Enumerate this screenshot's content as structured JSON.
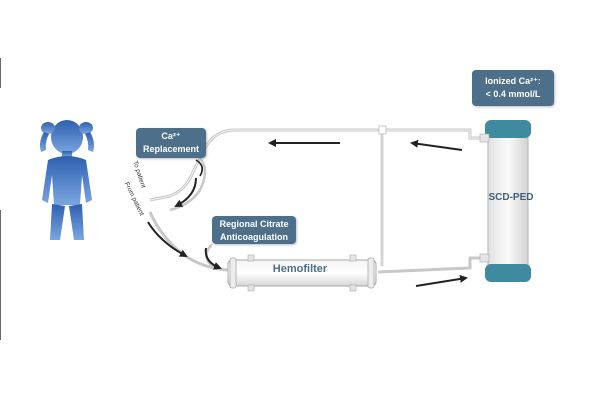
{
  "labels": {
    "ca_replacement_line1": "Ca²⁺",
    "ca_replacement_line2": "Replacement",
    "regional_citrate_line1": "Regional Citrate",
    "regional_citrate_line2": "Anticoagulation",
    "ionized_line1": "Ionized Ca²⁺:",
    "ionized_line2": "< 0.4 mmol/L",
    "hemofilter": "Hemofilter",
    "scd_ped": "SCD-PED",
    "to_patient": "To patient",
    "from_patient": "From patient"
  },
  "colors": {
    "box_fill": "#4d6f8a",
    "device_cap": "#3f8a9e",
    "child_top": "#2f5fb0",
    "child_bottom": "#6f9ad8",
    "tubing": "#c8c8c8",
    "arrow": "#222222"
  },
  "icons": {
    "child": "child-silhouette-icon",
    "hemofilter": "hemofilter-cartridge-icon",
    "scd": "scd-cartridge-icon"
  }
}
